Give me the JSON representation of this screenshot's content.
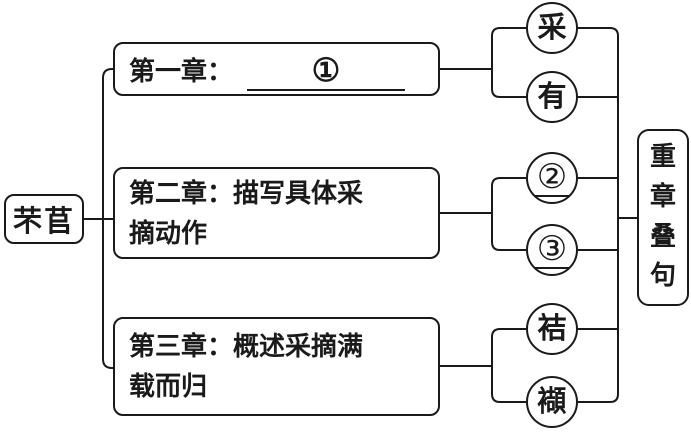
{
  "diagram": {
    "root": {
      "label": "芣苢"
    },
    "chapters": [
      {
        "prefix": "第一章：",
        "blank": "①"
      },
      {
        "lines": [
          "第二章：描写具体采",
          "摘动作"
        ]
      },
      {
        "lines": [
          "第三章：概述采摘满",
          "载而归"
        ]
      }
    ],
    "circles": [
      {
        "label": "采",
        "underline": false
      },
      {
        "label": "有",
        "underline": false
      },
      {
        "label": "②",
        "underline": true
      },
      {
        "label": "③",
        "underline": true
      },
      {
        "label": "袺",
        "underline": false
      },
      {
        "label": "襭",
        "underline": false
      }
    ],
    "summary": {
      "label": "重章叠句"
    },
    "colors": {
      "line": "#1a1a1a",
      "background": "#ffffff"
    }
  }
}
